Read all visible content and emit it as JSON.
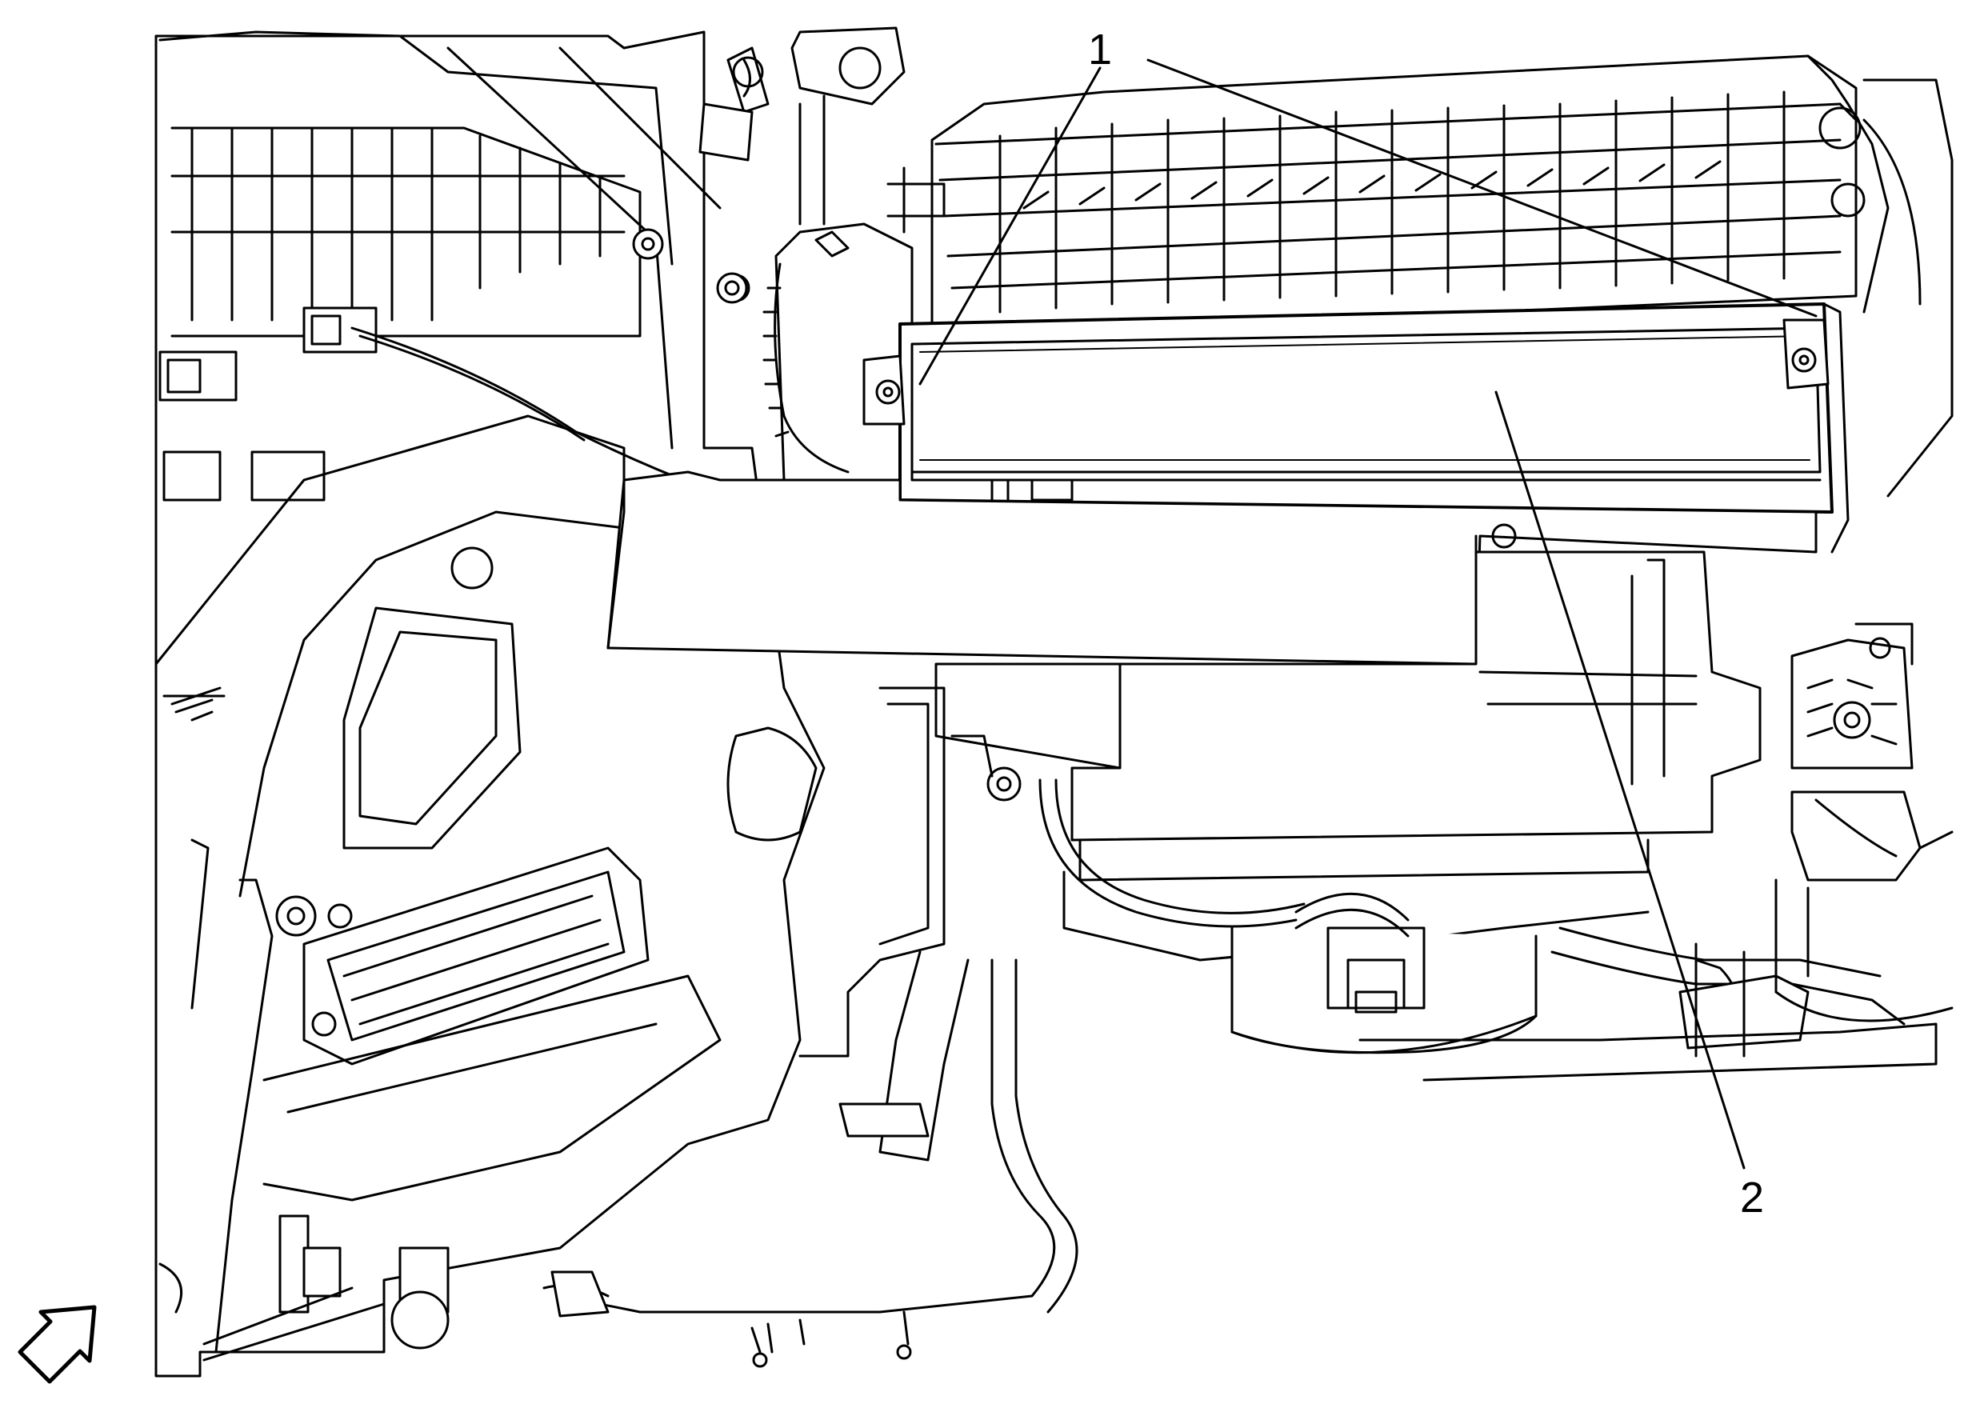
{
  "callouts": [
    {
      "id": "1",
      "label": "1"
    },
    {
      "id": "2",
      "label": "2"
    }
  ],
  "icons": {
    "view_direction": "view-direction-arrow-icon"
  }
}
